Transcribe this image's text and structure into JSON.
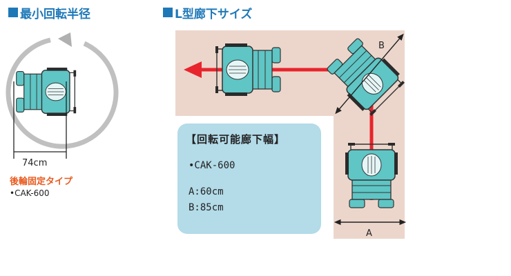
{
  "left_section": {
    "heading": "最小回転半径",
    "dimension_label": "74cm",
    "type_label": "後輪固定タイプ",
    "model": "•CAK-600"
  },
  "right_section": {
    "heading": "L型廊下サイズ",
    "label_a": "A",
    "label_b": "B",
    "info_title": "【回転可能廊下幅】",
    "info_model": "•CAK-600",
    "info_a": "A:60cm",
    "info_b": "B:85cm"
  },
  "colors": {
    "heading_blue": "#1e78b8",
    "corridor_fill": "#ecd6cb",
    "info_box_fill": "#b3dbe8",
    "arrow_red": "#e8242c",
    "type_label_orange": "#e85a1e",
    "chair_teal": "#5fc5c5",
    "rotation_ring_gray": "#c0c0c0"
  }
}
